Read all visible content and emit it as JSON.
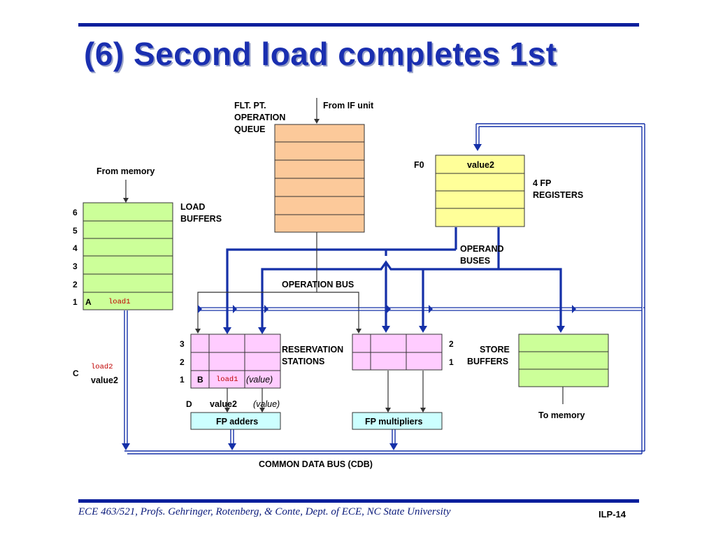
{
  "slide": {
    "title": "(6) Second load completes 1st",
    "footer": "ECE 463/521, Profs. Gehringer, Rotenberg, & Conte, Dept. of ECE, NC State University",
    "page": "ILP-14"
  },
  "diagram": {
    "fp_queue_label": [
      "FLT. PT.",
      "OPERATION",
      "QUEUE"
    ],
    "from_if_unit": "From IF unit",
    "from_memory": "From memory",
    "load_buffers_label": [
      "LOAD",
      "BUFFERS"
    ],
    "load_buffer_numbers": [
      "6",
      "5",
      "4",
      "3",
      "2",
      "1"
    ],
    "load_buffer_entry_tag": "A",
    "load_buffer_entry_value": "load1",
    "fp_registers": {
      "f0_label": "F0",
      "f0_value": "value2",
      "label": [
        "4 FP",
        "REGISTERS"
      ]
    },
    "operand_buses_label": [
      "OPERAND",
      "BUSES"
    ],
    "operation_bus_label": "OPERATION BUS",
    "reservation_stations_label": [
      "RESERVATION",
      "STATIONS"
    ],
    "adder_rs_numbers": [
      "3",
      "2",
      "1"
    ],
    "adder_rs_entry": {
      "tag": "B",
      "op": "load1",
      "value": "(value)"
    },
    "multiplier_rs_numbers": [
      "2",
      "1"
    ],
    "store_buffers_label": [
      "STORE",
      "BUFFERS"
    ],
    "to_memory": "To memory",
    "cdb_entry_c": {
      "tag": "C",
      "op": "load2",
      "value": "value2"
    },
    "adder_inputs": {
      "tag": "D",
      "value1": "value2",
      "value2": "(value)"
    },
    "fp_adders": "FP adders",
    "fp_multipliers": "FP multipliers",
    "cdb_label": "COMMON DATA BUS (CDB)"
  },
  "colors": {
    "accent_blue": "#0b1f9c",
    "title_blue": "#1a2fb0",
    "bus_blue": "#1530a8",
    "queue_orange": "#fcc99a",
    "register_yellow": "#ffff99",
    "buffer_green": "#ccff99",
    "rs_pink": "#ffccff",
    "unit_cyan": "#ccffff",
    "value_red": "#c00000"
  }
}
